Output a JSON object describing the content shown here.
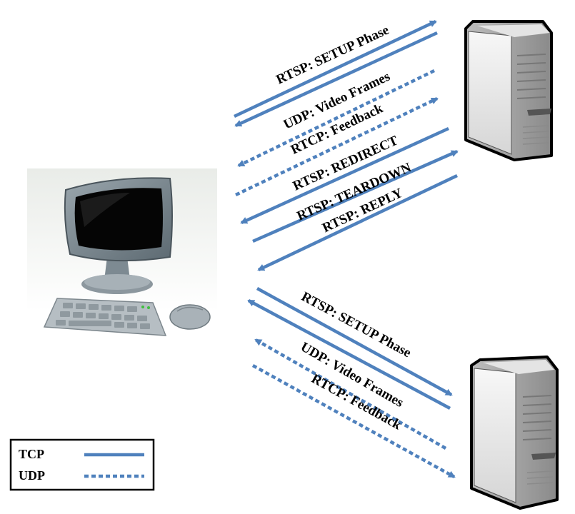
{
  "colors": {
    "arrow": "#4f81bd",
    "text": "#000000",
    "server_body": "#cfcfcf",
    "server_front": "#f0f0f0",
    "monitor_frame": "#7f8c94",
    "screen": "#050505",
    "keyboard": "#a9b2b8"
  },
  "top_server_flows": [
    {
      "label": "RTSP: SETUP Phase",
      "protocol": "TCP"
    },
    {
      "label": "UDP: Video Frames",
      "protocol": "UDP"
    },
    {
      "label": "RTCP: Feedback",
      "protocol": "UDP"
    },
    {
      "label": "RTSP: REDIRECT",
      "protocol": "TCP"
    },
    {
      "label": "RTSP: TEARDOWN",
      "protocol": "TCP"
    },
    {
      "label": "RTSP: REPLY",
      "protocol": "TCP"
    }
  ],
  "bottom_server_flows": [
    {
      "label": "RTSP: SETUP Phase",
      "protocol": "TCP"
    },
    {
      "label": "UDP: Video Frames",
      "protocol": "UDP"
    },
    {
      "label": "RTCP: Feedback",
      "protocol": "UDP"
    }
  ],
  "legend": {
    "tcp_label": "TCP",
    "udp_label": "UDP"
  },
  "icons": {
    "client": "desktop-computer-icon",
    "server_top": "server-tower-icon",
    "server_bottom": "server-tower-icon"
  }
}
